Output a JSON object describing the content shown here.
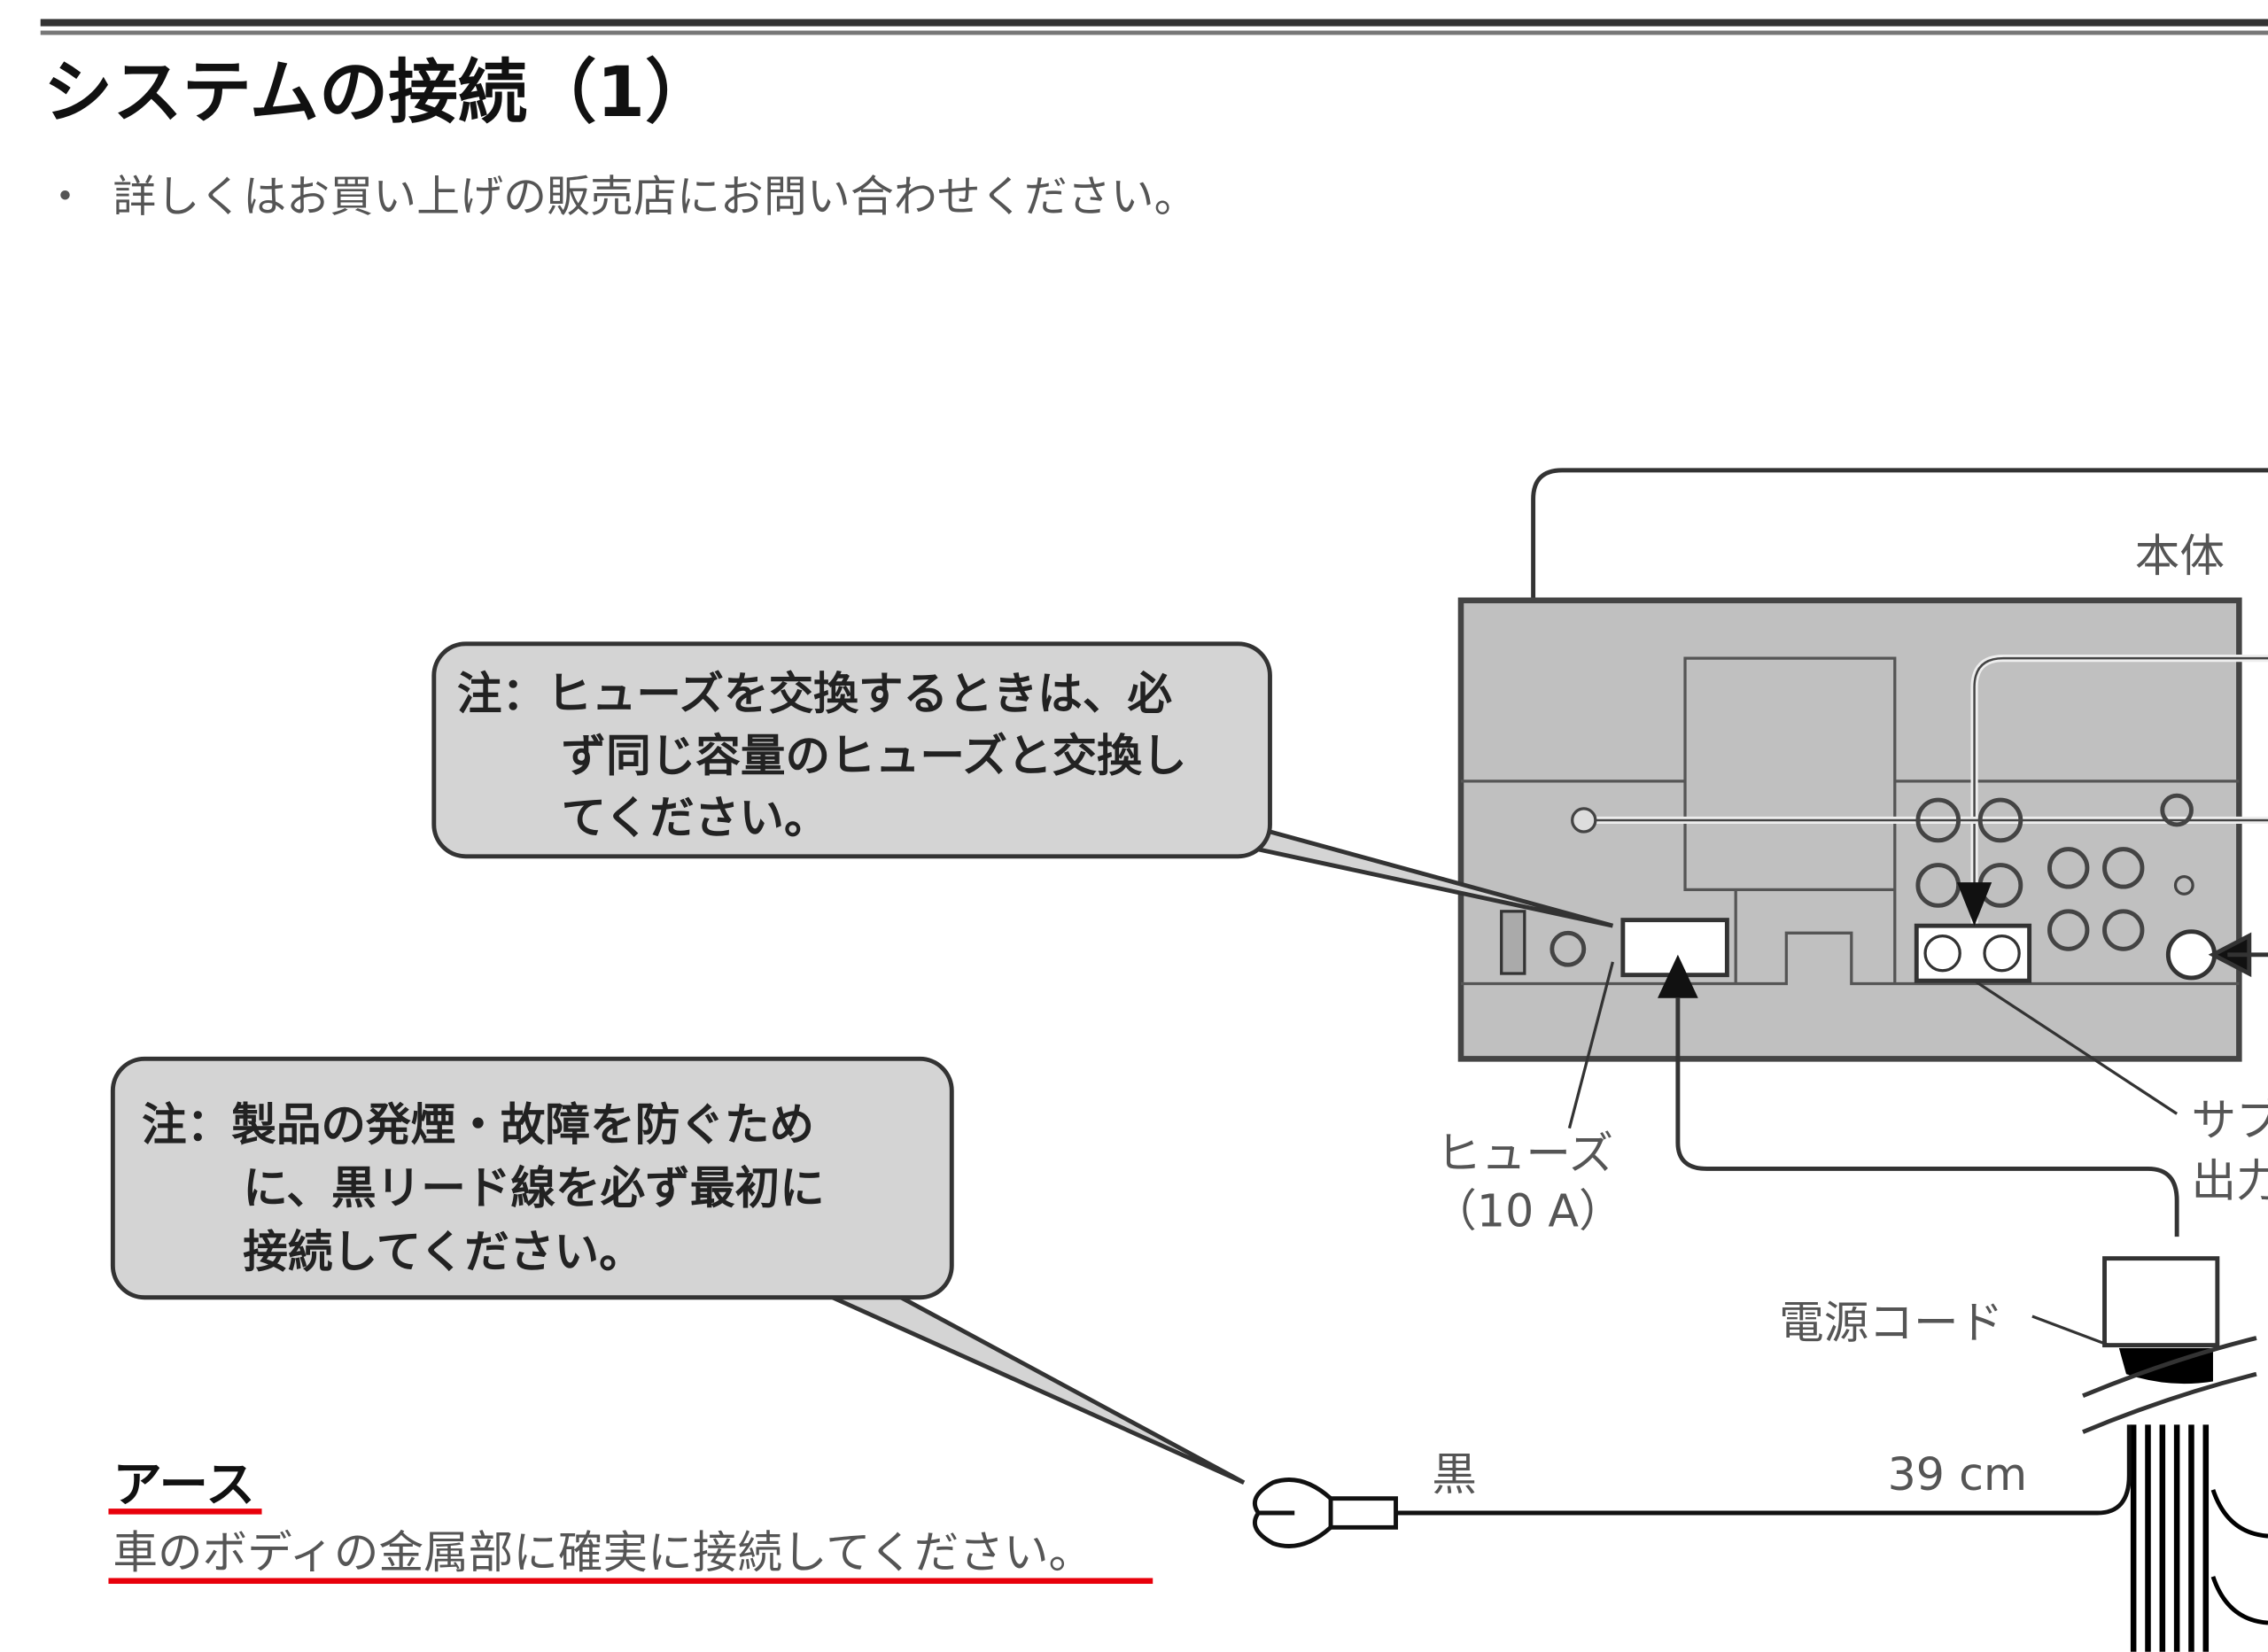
{
  "page": {
    "title": "システムの接続（1）",
    "bullet": "・",
    "note": "詳しくはお買い上げの販売店にお問い合わせください。"
  },
  "diagram": {
    "unit_label": "本体",
    "fuse_callout": [
      "注：ヒューズを交換するときは、必",
      "ず同じ容量のヒューズと交換し",
      "てください。"
    ],
    "ground_callout": [
      "注：製品の発煙・故障を防ぐため",
      "に、黒リード線を必ず最初に",
      "接続してください。"
    ],
    "fuse_label": "ヒューズ",
    "fuse_rating": "（10 A）",
    "sub_output_label_1": "サブ",
    "sub_output_label_2": "出力",
    "power_cord_label": "電源コード",
    "black_wire_label": "黒",
    "length_label": "39 cm",
    "ground_title": "アース",
    "ground_text": "車のボディの金属部に確実に接続してください。"
  },
  "colors": {
    "highlight": "#e8000b",
    "callout_fill": "#d4d4d4",
    "unit_fill": "#c0c0c0"
  }
}
